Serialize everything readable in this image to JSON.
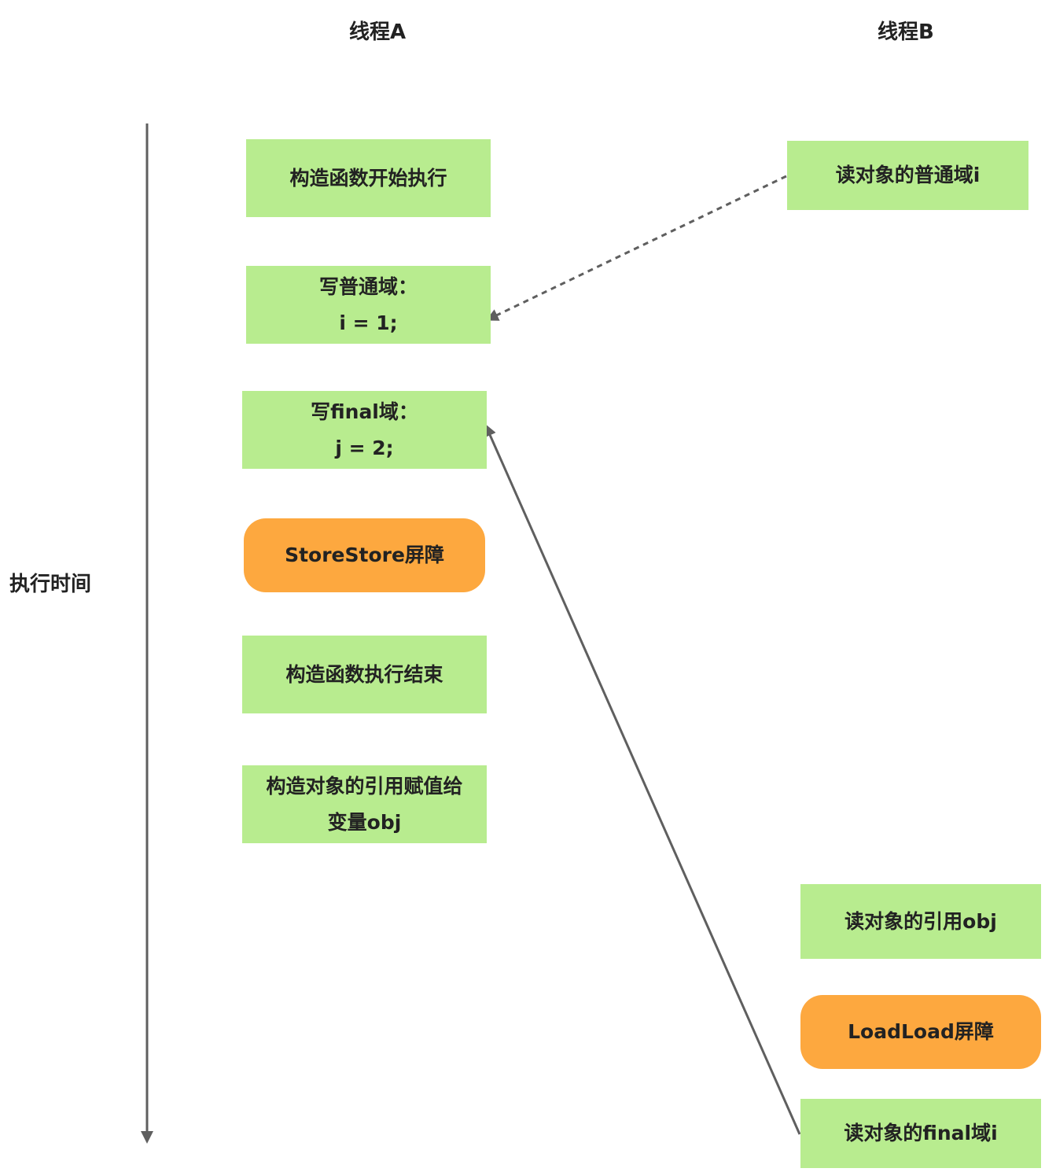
{
  "headers": {
    "thread_a": "线程A",
    "thread_b": "线程B",
    "time_axis": "执行时间"
  },
  "thread_a_steps": {
    "constructor_start": "构造函数开始执行",
    "write_normal_line1": "写普通域：",
    "write_normal_line2": "i = 1;",
    "write_final_line1": "写final域：",
    "write_final_line2": "j = 2;",
    "storestore_barrier": "StoreStore屏障",
    "constructor_end": "构造函数执行结束",
    "assign_ref_line1": "构造对象的引用赋值给",
    "assign_ref_line2": "变量obj"
  },
  "thread_b_steps": {
    "read_normal": "读对象的普通域i",
    "read_ref": "读对象的引用obj",
    "loadload_barrier": "LoadLoad屏障",
    "read_final": "读对象的final域i"
  },
  "colors": {
    "step_box": "#b8ec8f",
    "barrier_box": "#fda83f",
    "arrow": "#5f5f5f"
  }
}
